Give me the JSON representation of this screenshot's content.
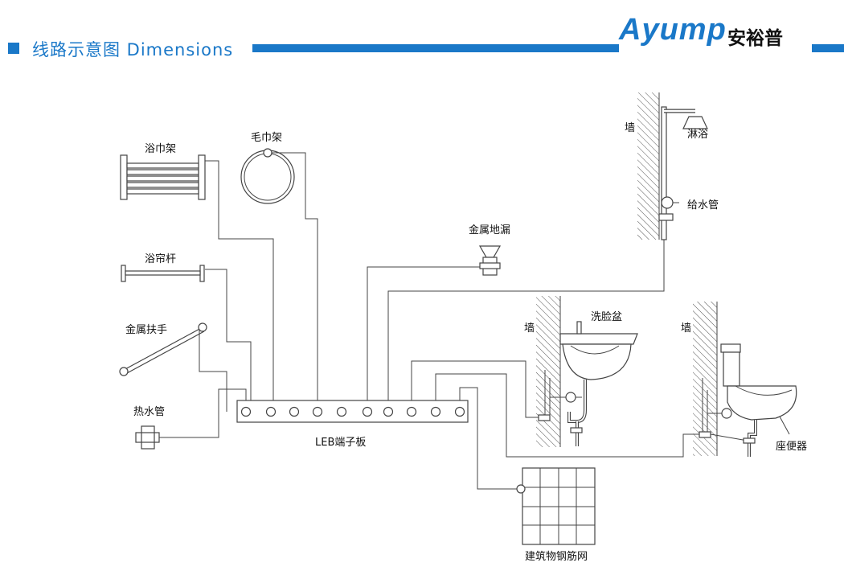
{
  "header": {
    "title": "线路示意图 Dimensions",
    "logo_en": "Ayump",
    "logo_cn": "安裕普",
    "accent_color": "#1a78c8"
  },
  "labels": {
    "towel_rack": "浴巾架",
    "towel_ring": "毛巾架",
    "curtain_rod": "浴帘杆",
    "grab_bar": "金属扶手",
    "hot_water_pipe": "热水管",
    "floor_drain": "金属地漏",
    "shower": "淋浴",
    "water_supply_pipe": "给水管",
    "wall_1": "墙",
    "wall_2": "墙",
    "wall_3": "墙",
    "wash_basin": "洗脸盆",
    "toilet": "座便器",
    "terminal_board": "LEB端子板",
    "rebar_mesh": "建筑物钢筋网"
  }
}
